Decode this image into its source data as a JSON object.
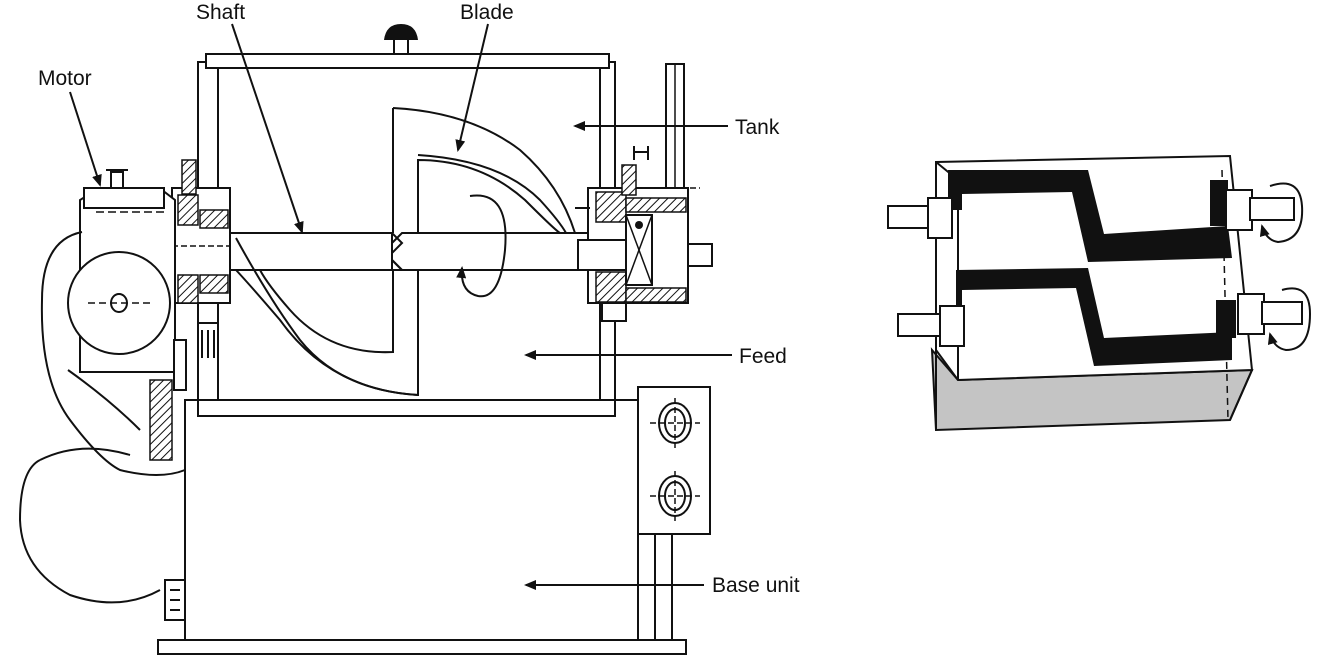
{
  "labels": {
    "shaft": "Shaft",
    "blade": "Blade",
    "motor": "Motor",
    "tank": "Tank",
    "feed": "Feed",
    "base_unit": "Base unit"
  },
  "colors": {
    "ink": "#111111",
    "hatch_fill": "#9a9a9a",
    "side_face": "#c4c4c4",
    "background": "#ffffff"
  }
}
